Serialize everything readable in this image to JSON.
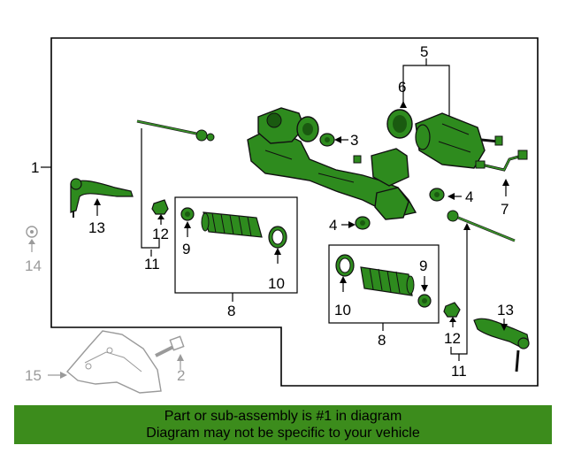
{
  "callouts": {
    "c1": "1",
    "c2": "2",
    "c3": "3",
    "c4a": "4",
    "c4b": "4",
    "c5": "5",
    "c6": "6",
    "c7": "7",
    "c8a": "8",
    "c8b": "8",
    "c9a": "9",
    "c9b": "9",
    "c10a": "10",
    "c10b": "10",
    "c11a": "11",
    "c11b": "11",
    "c12a": "12",
    "c12b": "12",
    "c13a": "13",
    "c13b": "13",
    "c14": "14",
    "c15": "15"
  },
  "banner": {
    "line1": "Part or sub-assembly is #1 in diagram",
    "line2": "Diagram may not be specific to your vehicle"
  },
  "colors": {
    "part_green": "#2e8b1e",
    "banner_green": "#3c8c1c",
    "excluded_gray": "#9a9a9a",
    "line_black": "#000000"
  }
}
